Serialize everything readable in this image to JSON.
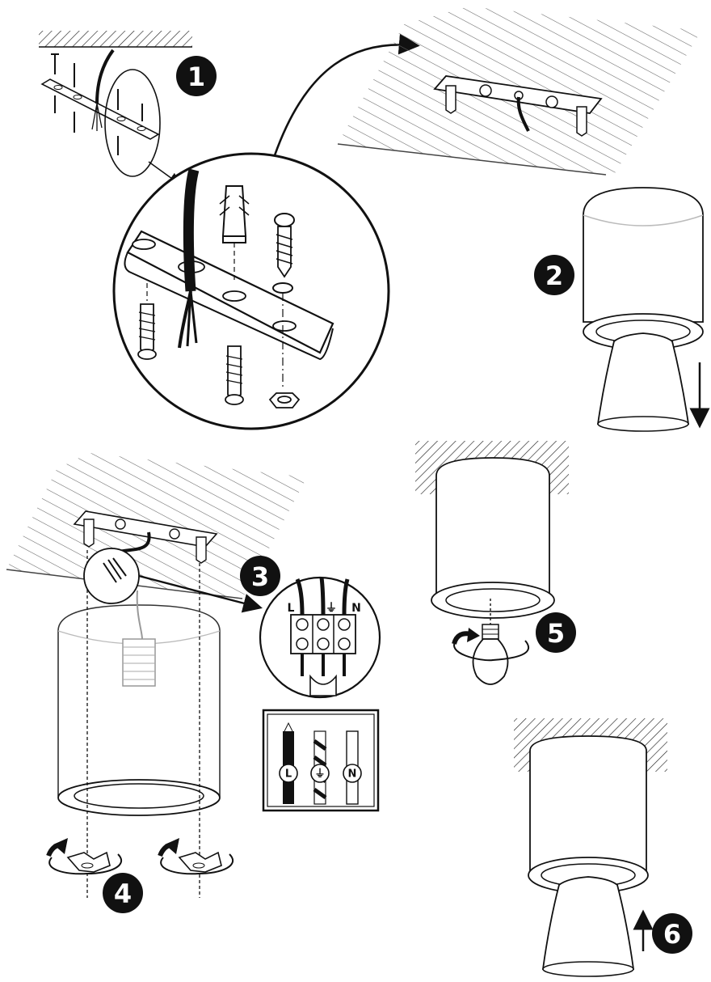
{
  "steps": {
    "s1": "1",
    "s2": "2",
    "s3": "3",
    "s4": "4",
    "s5": "5",
    "s6": "6"
  },
  "wiring": {
    "live": "L",
    "neutral": "N",
    "earth_symbol": "⏚"
  },
  "colors": {
    "badge": "#111111",
    "line": "#1a1a1a",
    "hatch": "#555555"
  },
  "icons": [
    "ceiling-hatch-icon",
    "mounting-plate-icon",
    "screw-icon",
    "wall-plug-icon",
    "cable-icon",
    "terminal-block-icon",
    "light-bulb-icon",
    "rotate-arrow-icon",
    "down-arrow-icon",
    "up-arrow-icon",
    "wing-nut-icon"
  ]
}
